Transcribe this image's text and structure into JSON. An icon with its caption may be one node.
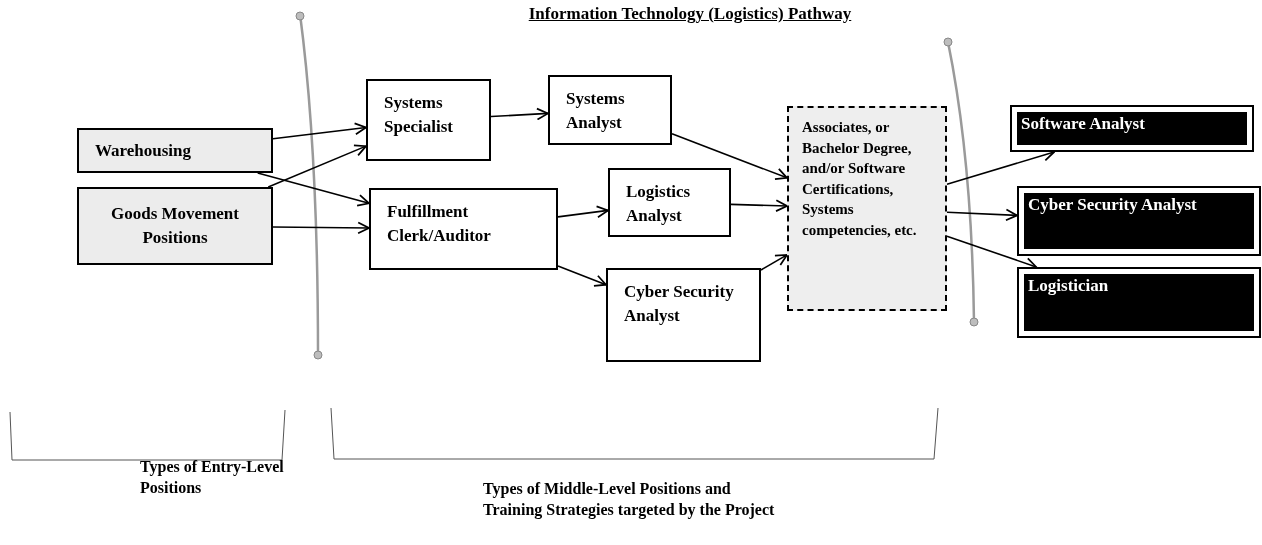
{
  "diagram": {
    "title": "Information Technology (Logistics) Pathway",
    "nodes": [
      {
        "text": [
          "Warehousing"
        ]
      },
      {
        "text": [
          "Goods Movement Positions"
        ]
      },
      {
        "text": [
          "Systems Specialist"
        ]
      },
      {
        "text": [
          "Systems Analyst"
        ]
      },
      {
        "text": [
          "Fulfillment Clerk/Auditor"
        ]
      },
      {
        "text": [
          "Logistics Analyst"
        ]
      },
      {
        "text": [
          "Cyber Security Analyst"
        ]
      },
      {
        "text": [
          "Associates, or Bachelor Degree, and/or Software Certifications, Systems competencies, etc."
        ]
      },
      {
        "text": [
          "Software Analyst"
        ]
      },
      {
        "text": [
          "Cyber Security Analyst"
        ]
      },
      {
        "text": [
          "Logistician"
        ]
      }
    ],
    "edges": [
      {
        "from": 0,
        "to": 2,
        "arrow": "to"
      },
      {
        "from": 0,
        "to": 4,
        "arrow": "to"
      },
      {
        "from": 1,
        "to": 2,
        "arrow": "to"
      },
      {
        "from": 1,
        "to": 4,
        "arrow": "to"
      },
      {
        "from": 2,
        "to": 3,
        "arrow": "to"
      },
      {
        "from": 4,
        "to": 5,
        "arrow": "to"
      },
      {
        "from": 4,
        "to": 6,
        "arrow": "to"
      },
      {
        "from": 3,
        "to": 7,
        "arrow": "to"
      },
      {
        "from": 5,
        "to": 7,
        "arrow": "to"
      },
      {
        "from": 6,
        "to": 7,
        "arrow": "to"
      },
      {
        "from": 7,
        "to": 8,
        "arrow": "to"
      },
      {
        "from": 7,
        "to": 9,
        "arrow": "to"
      },
      {
        "from": 7,
        "to": 10,
        "arrow": "to"
      }
    ],
    "labels": [
      "Types of Entry-Level Positions",
      "Types of Middle-Level Positions and Training Strategies targeted by the Project"
    ]
  }
}
